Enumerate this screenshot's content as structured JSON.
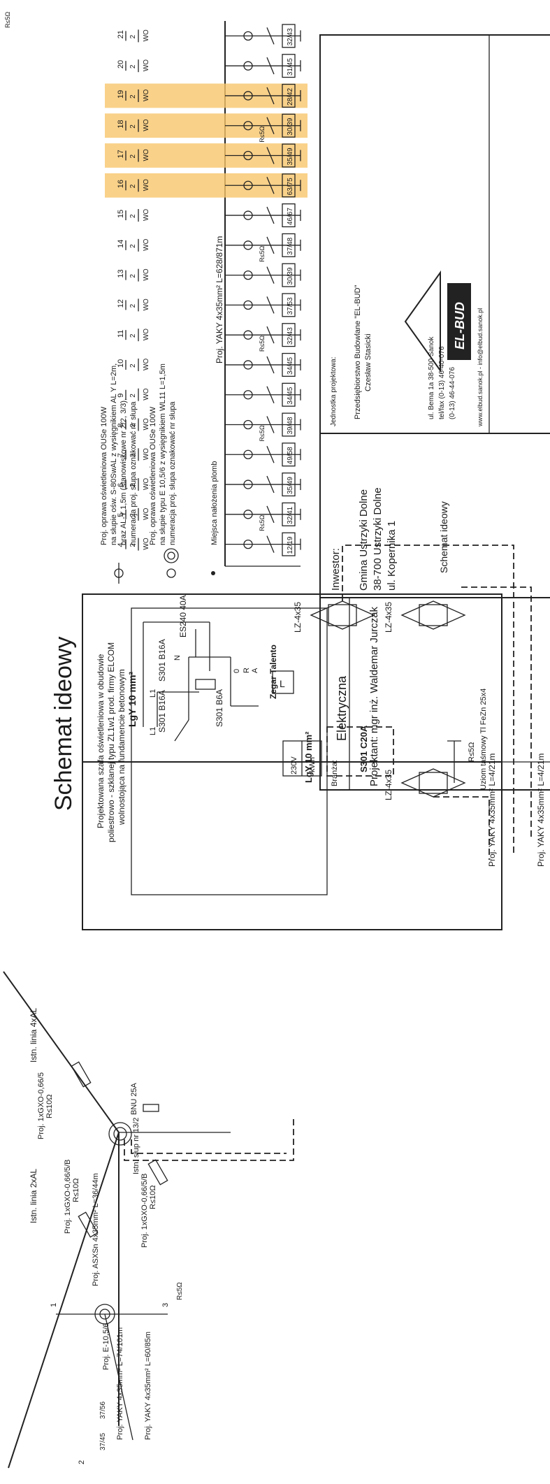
{
  "title": "Schemat ideowy",
  "colors": {
    "ink": "#1a1a1a",
    "highlight": "#f7c56b"
  },
  "cabinet": {
    "description": "Projektowana szafa oświetleniowa w obudowie poliestrowo - szklanej typu ZL1w1 prod. firmy ELCOM wolnostojąca na fundamencie betonowym",
    "main_cable": "LgY 10 mm²",
    "aux_cable": "LgY 10 mm²",
    "breaker_a": "S301 B16A",
    "breaker_b": "S301 B16A",
    "breaker_c": "S301 B6A",
    "contactor": "ES240 40A",
    "timer": "Zegar Talento",
    "meter_v": "230V",
    "meter_unit": "kWh",
    "meter_breaker": "S301 C20A",
    "lz_1": "LZ-4x35",
    "lz_2": "LZ-4x35",
    "lz_3": "LZ-4x35",
    "earth_r": "R≤5Ω",
    "earth_label": "Uziom taśmowy Tl FeZn 25x4",
    "label_n": "N",
    "label_l1": "L1",
    "label_l2": "L1",
    "label_r": "R",
    "label_a": "A",
    "label_zero": "0",
    "timer_letter": "L"
  },
  "legend": {
    "lamp": "Proj. oprawa oświetleniowa OUSe 100W na słupie ośw. S-80SwAL z wysięgnikiem AL Y L=2m, oraz AL-Y 1,5m (stanowiskowe nr 2/2, 3/3), numeracja proj. słupa oznakować nr słupa",
    "lamp2": "Proj. oprawa oświetleniowa OUSe 100W na słupie typu E 10,5/6 z wysięgnikiem WL11 L=1,5m numeracja proj. słupa oznakować nr słupa",
    "seal": "Miejsca nałożenia plomb"
  },
  "line_main": "Proj. YAKY 4x35mm² L=628/871m",
  "line_lower": "Proj. YAKY 4x35mm² L=4/21m",
  "line_lower2": "Proj. YAKY 4x35mm² L=4/21m",
  "existing": {
    "line_4xal": "Istn. linia 4xAL",
    "line_2xal": "Istn. linia 2xAL",
    "proj_1": "Proj. 1xGXO-0,66/5",
    "r_1": "R≤10Ω",
    "proj_2": "Proj. 1xGXO-0,66/5/B",
    "r_2": "R≤10Ω",
    "proj_3": "Proj. ASXSn 4x35mm² L=36/44m",
    "pole_new": "Proj. E-10,5/6",
    "pole_exist": "Istn. słup nr 13/2",
    "proj_4": "Proj. 1xGXO-0,66/5/B",
    "r_4": "R≤10Ω",
    "bnu": "BNU 25A",
    "yaky_1": "Proj. YAKY 4x35mm² L=74/101m",
    "yaky_2": "Proj. YAKY 4x35mm² L=60/85m",
    "rso": "R≤5Ω",
    "seg_37_45": "37/45",
    "seg_37_56": "37/56",
    "pole_1": "1",
    "pole_2": "2",
    "pole_3": "3"
  },
  "poles": [
    {
      "no": "4",
      "seg": "12/19"
    },
    {
      "no": "5",
      "seg": "32/41"
    },
    {
      "no": "6",
      "seg": "35/49"
    },
    {
      "no": "7",
      "seg": "49/58"
    },
    {
      "no": "8",
      "seg": "39/48"
    },
    {
      "no": "9",
      "seg": "34/45"
    },
    {
      "no": "10",
      "seg": "34/45"
    },
    {
      "no": "11",
      "seg": "32/43"
    },
    {
      "no": "12",
      "seg": "37/53"
    },
    {
      "no": "13",
      "seg": "30/39"
    },
    {
      "no": "14",
      "seg": "37/48"
    },
    {
      "no": "15",
      "seg": "46/67"
    },
    {
      "no": "16",
      "seg": "63/75"
    },
    {
      "no": "17",
      "seg": "35/49"
    },
    {
      "no": "18",
      "seg": "30/39"
    },
    {
      "no": "19",
      "seg": "28/42"
    },
    {
      "no": "20",
      "seg": "31/45"
    },
    {
      "no": "21",
      "seg": "32/43"
    }
  ],
  "pole_sub": "2",
  "pole_wo": "WO",
  "ground_marks": [
    "R≤5Ω",
    "R≤5Ω",
    "R≤5Ω",
    "R≤5Ω",
    "R≤5Ω",
    "R≤5Ω"
  ],
  "title_block": {
    "branch_label": "Branża:",
    "branch": "Elektryczna",
    "designer": "Projektant: mgr inż. Waldemar Jurczak",
    "investor_label": "Inwestor:",
    "investor_1": "Gmina Ustrzyki Dolne",
    "investor_2": "38-700 Ustrzyki Dolne",
    "investor_3": "ul. Kopernika 1",
    "unit_label": "Jednostka projektowa:",
    "firm": "Przedsiębiorstwo Budowlane \"EL-BUD\" Czesław Stasicki",
    "logo": "EL-BUD",
    "addr_1": "ul. Bema 1a 38-500 Sanok",
    "addr_2": "tel/fax (0-13) 46-40-076",
    "addr_3": "(0-13) 46-44-076",
    "addr_4": "www.elbud.sanok.pl - info@elbud.sanok.pl",
    "drawing": "Schemat ideowy"
  }
}
